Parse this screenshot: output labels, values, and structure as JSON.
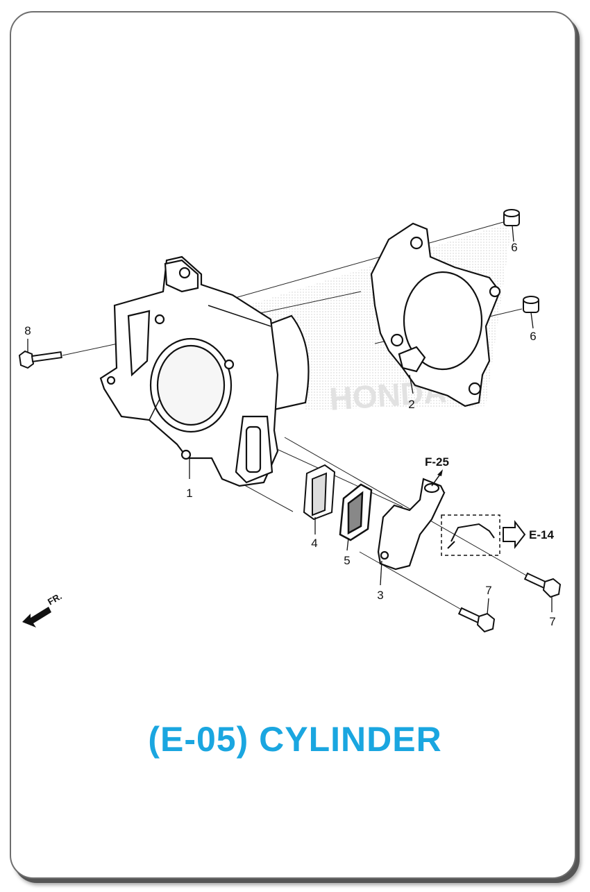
{
  "title": "(E-05) CYLINDER",
  "accent_color": "#1aa6e0",
  "callouts": {
    "cylinder": "1",
    "gasket": "2",
    "cover": "3",
    "reed_valve": "4",
    "seal": "5",
    "dowel_top": "6",
    "dowel_bottom": "6",
    "bolt_left": "7",
    "bolt_right": "7",
    "bolt_stud": "8"
  },
  "references": {
    "top": "F-25",
    "right": "E-14"
  },
  "front_indicator": "FR.",
  "watermark": "HONDA"
}
